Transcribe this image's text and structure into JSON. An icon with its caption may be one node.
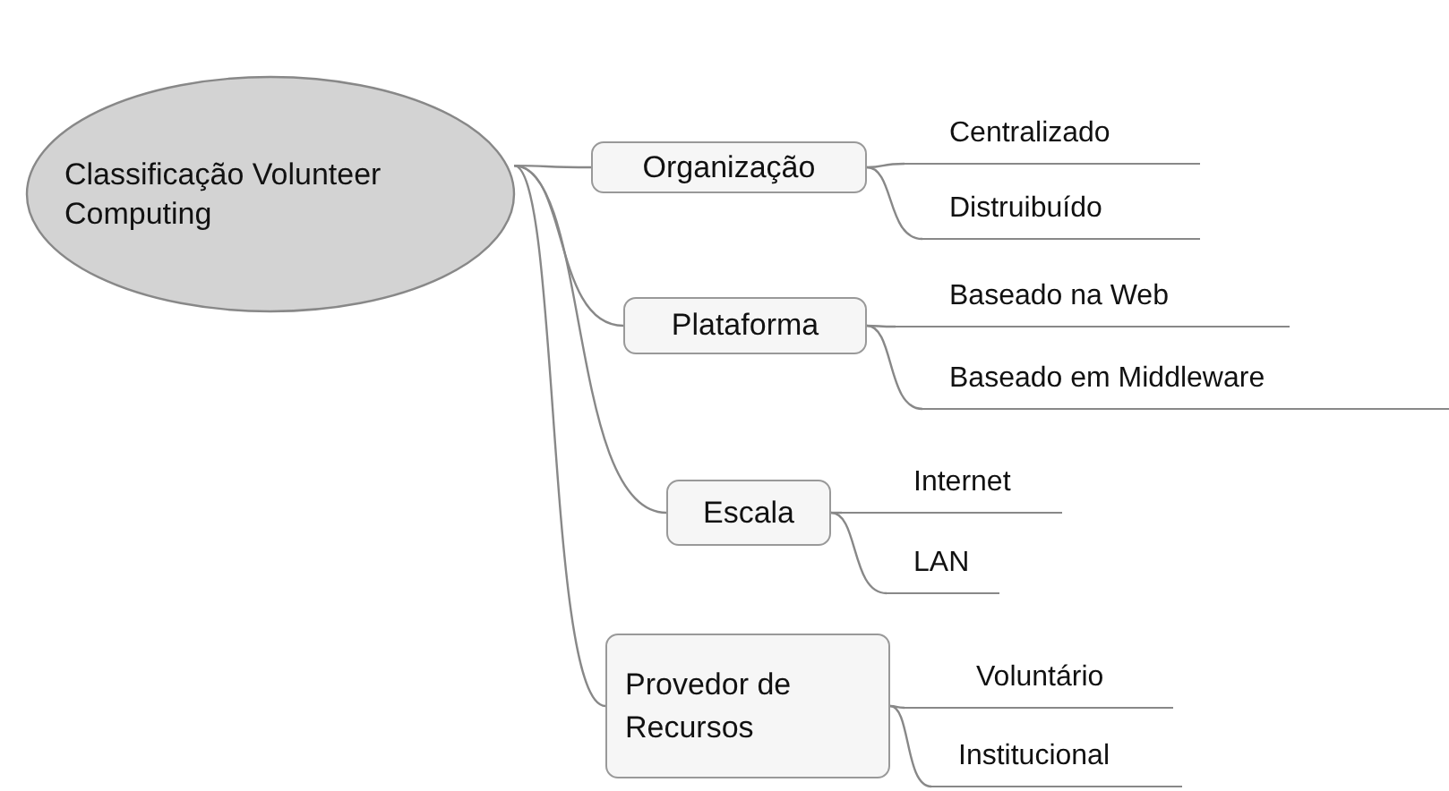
{
  "diagram": {
    "nodes": [
      {
        "text": [
          "Classificação Volunteer Computing"
        ]
      },
      {
        "text": [
          "Organização"
        ]
      },
      {
        "text": [
          "Centralizado"
        ]
      },
      {
        "text": [
          "Distruibuído"
        ]
      },
      {
        "text": [
          "Plataforma"
        ]
      },
      {
        "text": [
          "Baseado na Web"
        ]
      },
      {
        "text": [
          "Baseado em Middleware"
        ]
      },
      {
        "text": [
          "Escala"
        ]
      },
      {
        "text": [
          "Internet"
        ]
      },
      {
        "text": [
          "LAN"
        ]
      },
      {
        "text": [
          "Provedor de Recursos"
        ]
      },
      {
        "text": [
          "Voluntário"
        ]
      },
      {
        "text": [
          "Institucional"
        ]
      }
    ],
    "edges": [
      {
        "from": 0,
        "to": 1,
        "arrow": "none"
      },
      {
        "from": 1,
        "to": 2,
        "arrow": "none"
      },
      {
        "from": 1,
        "to": 3,
        "arrow": "none"
      },
      {
        "from": 0,
        "to": 4,
        "arrow": "none"
      },
      {
        "from": 4,
        "to": 5,
        "arrow": "none"
      },
      {
        "from": 4,
        "to": 6,
        "arrow": "none"
      },
      {
        "from": 0,
        "to": 7,
        "arrow": "none"
      },
      {
        "from": 7,
        "to": 8,
        "arrow": "none"
      },
      {
        "from": 7,
        "to": 9,
        "arrow": "none"
      },
      {
        "from": 0,
        "to": 10,
        "arrow": "none"
      },
      {
        "from": 10,
        "to": 11,
        "arrow": "none"
      },
      {
        "from": 10,
        "to": 12,
        "arrow": "none"
      }
    ]
  }
}
